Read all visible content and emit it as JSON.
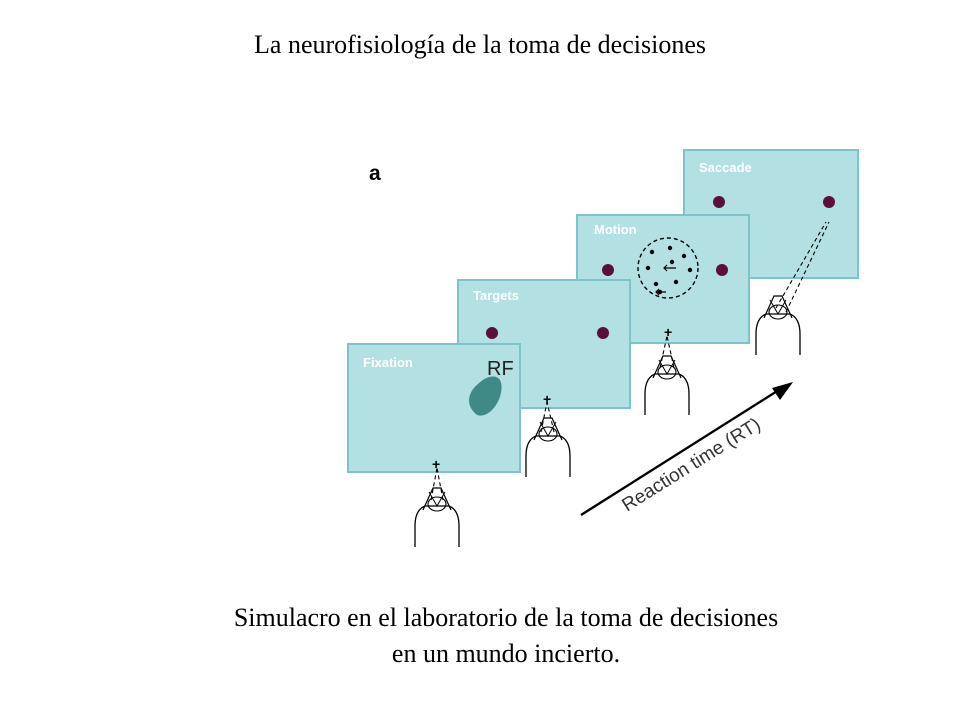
{
  "slide": {
    "title": "La neurofisiología de la toma de decisiones",
    "caption_line1": "Simulacro en el laboratorio de la toma de decisiones",
    "caption_line2": "en un mundo incierto."
  },
  "figure": {
    "letter": "a",
    "panels": [
      "Fixation",
      "Targets",
      "Motion",
      "Saccade"
    ],
    "rf_label": "RF",
    "axis_label": "Reaction time (RT)",
    "colors": {
      "panel_fill": "#b3e0e2",
      "panel_stroke": "#7cc4c8",
      "target": "#5b0f3a",
      "rf_blob": "#3f8a86"
    }
  }
}
